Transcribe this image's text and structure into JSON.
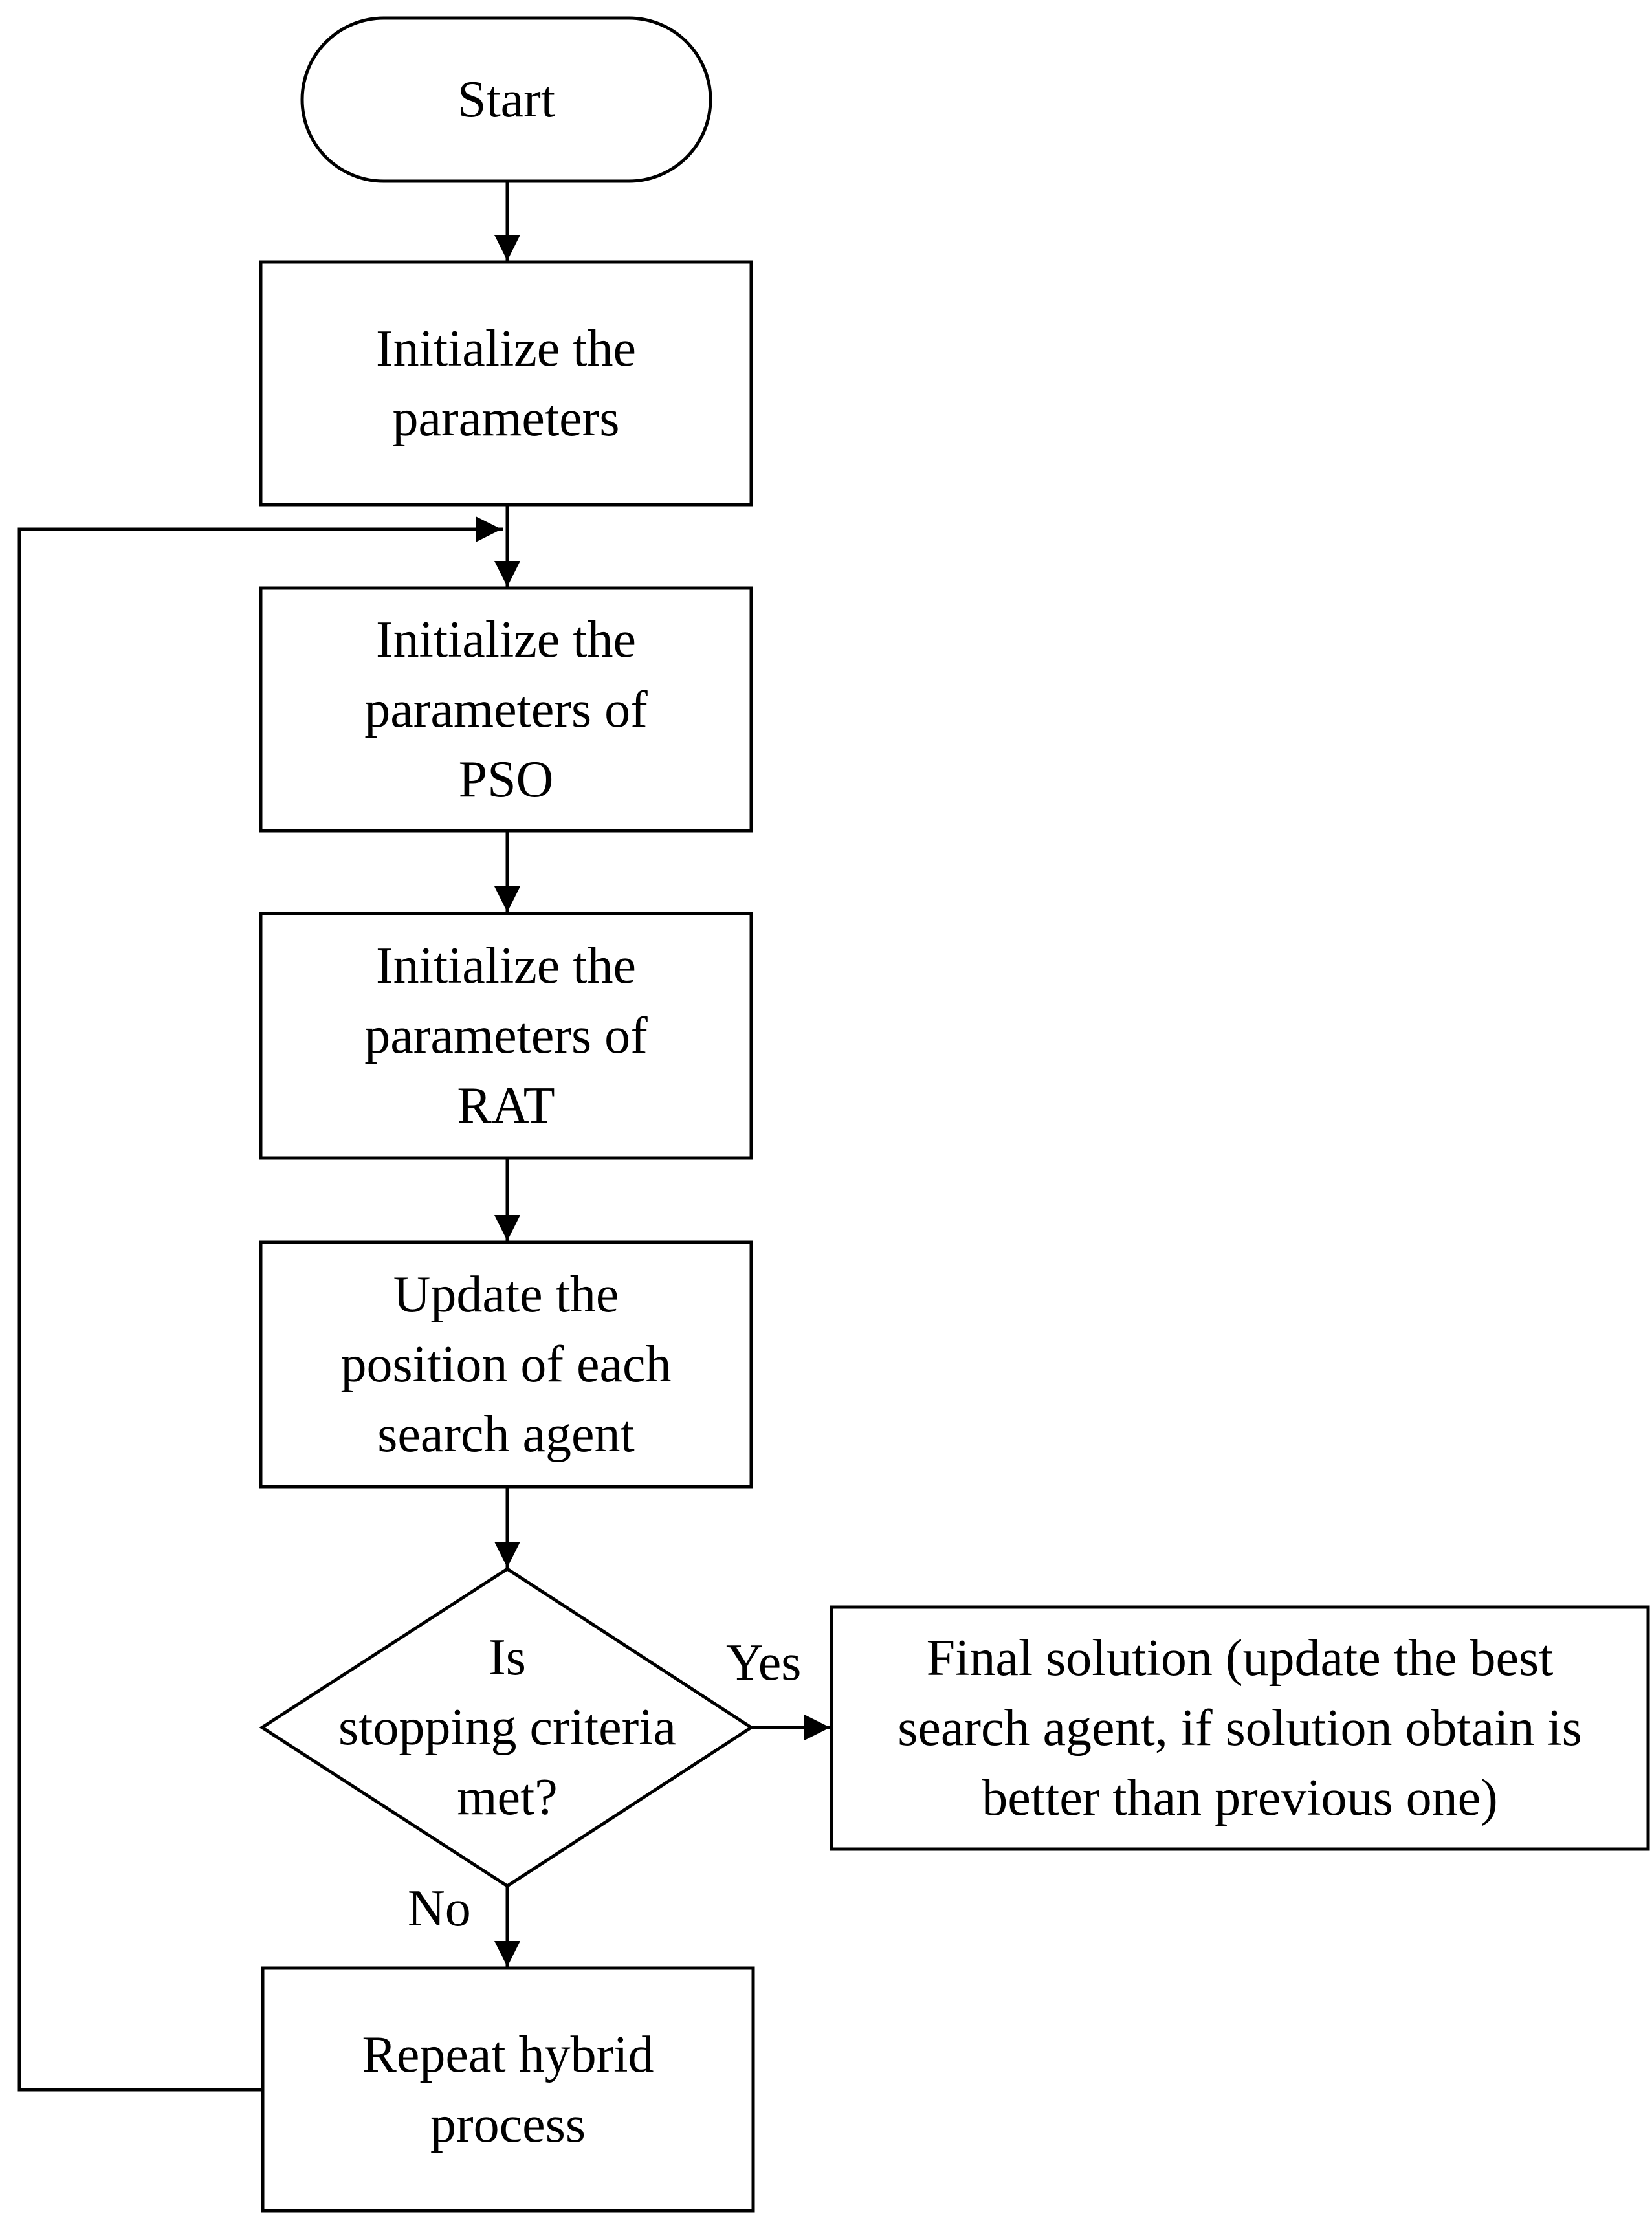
{
  "diagram": {
    "nodes": {
      "start": {
        "type": "terminator",
        "label": "Start"
      },
      "init_params": {
        "type": "process",
        "label": "Initialize the\nparameters"
      },
      "init_pso": {
        "type": "process",
        "label": "Initialize the\nparameters of\nPSO"
      },
      "init_rat": {
        "type": "process",
        "label": "Initialize the\nparameters of\nRAT"
      },
      "update_position": {
        "type": "process",
        "label": "Update the\nposition of each\nsearch agent"
      },
      "decision": {
        "type": "decision",
        "label": "Is\nstopping criteria\nmet?"
      },
      "final_solution": {
        "type": "process",
        "label": "Final solution (update the best\nsearch agent, if solution obtain is\nbetter than previous one)"
      },
      "repeat": {
        "type": "process",
        "label": "Repeat hybrid\nprocess"
      }
    },
    "edges": {
      "yes_label": "Yes",
      "no_label": "No"
    }
  }
}
